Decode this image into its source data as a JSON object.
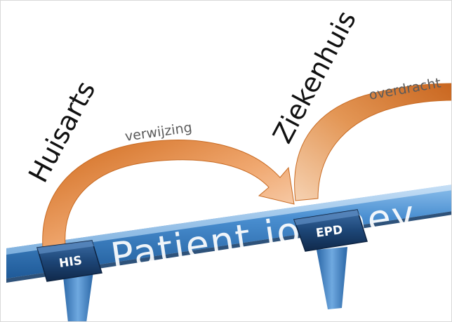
{
  "labels": {
    "actor1": "Huisarts",
    "actor2": "Ziekenhuis",
    "flow1": "verwijzing",
    "flow2": "overdracht",
    "band": "Patient journey",
    "system1": "HIS",
    "system2": "EPD"
  },
  "colors": {
    "arrow_orange": "#d9772b",
    "arrow_light": "#f4c49c",
    "band_blue": "#3f82c4",
    "band_dark": "#1f4f86",
    "chip_navy": "#1c3f6b"
  }
}
